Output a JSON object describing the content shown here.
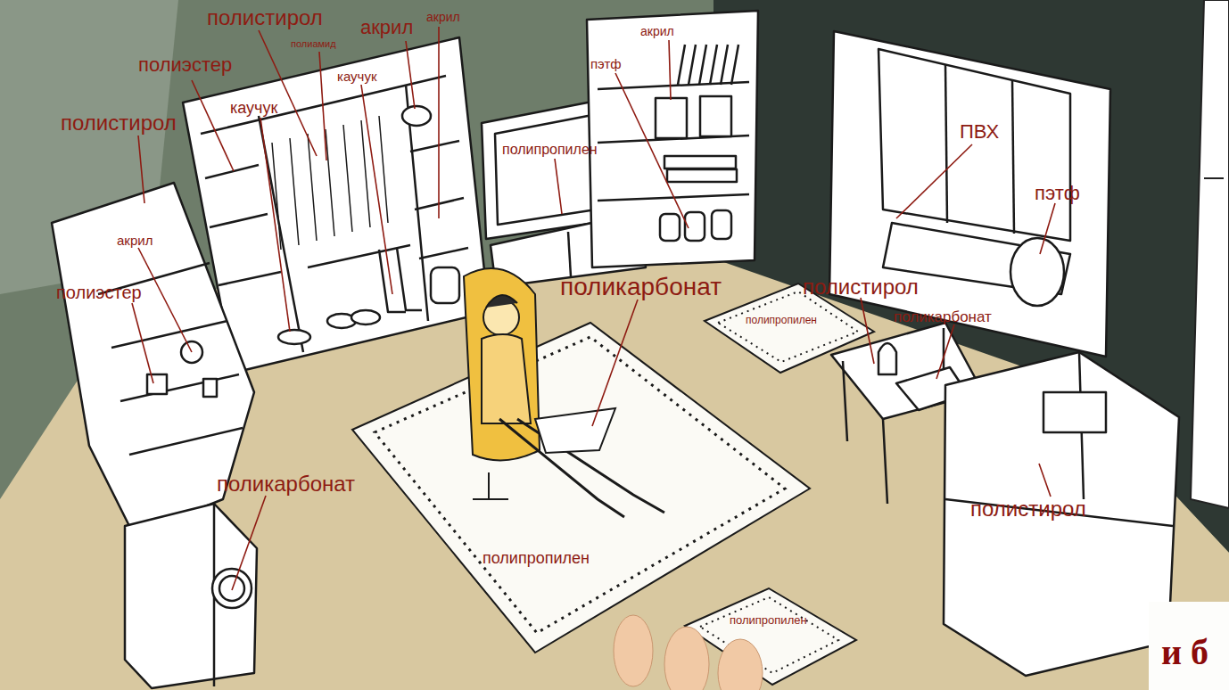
{
  "diagram": {
    "labels": [
      "полистирол",
      "акрил",
      "акрил",
      "полиамид",
      "полиэстер",
      "акрил",
      "пэтф",
      "каучук",
      "каучук",
      "полистирол",
      "ПВХ",
      "полипропилен",
      "пэтф",
      "акрил",
      "полиэстер",
      "поликарбонат",
      "полистирол",
      "полипропилен",
      "поликарбонат",
      "поликарбонат",
      "полистирол",
      "полипропилен",
      "полипропилен",
      "и б"
    ]
  }
}
